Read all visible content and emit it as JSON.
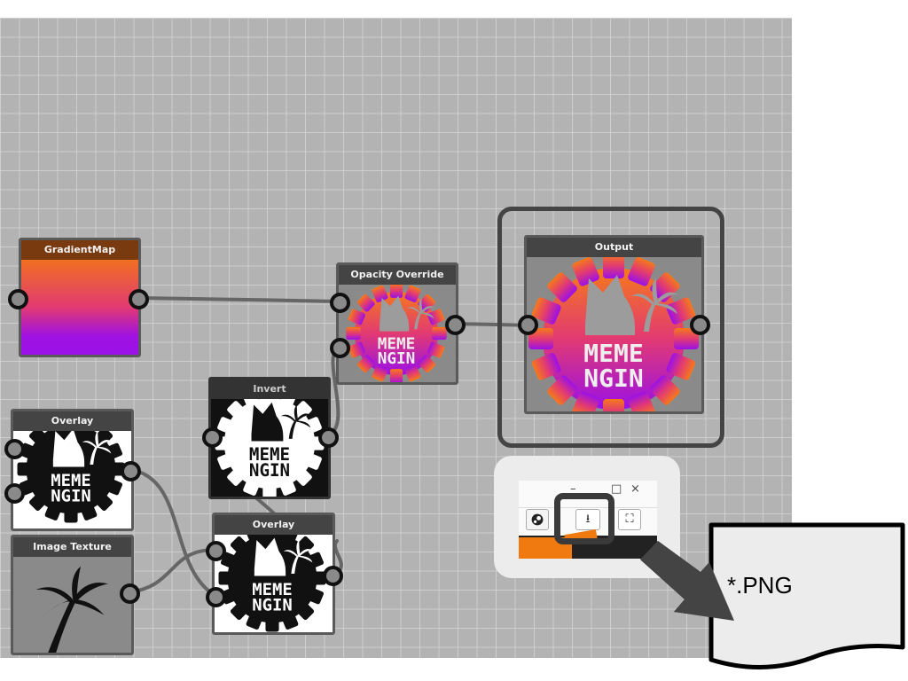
{
  "nodes": {
    "gradient_map": {
      "title": "GradientMap"
    },
    "opacity_override": {
      "title": "Opacity Override",
      "logo_line1": "MEME",
      "logo_line2": "NGIN"
    },
    "output": {
      "title": "Output",
      "logo_line1": "MEME",
      "logo_line2": "NGIN"
    },
    "overlay_1": {
      "title": "Overlay",
      "logo_line1": "MEME",
      "logo_line2": "NGIN"
    },
    "invert": {
      "title": "Invert",
      "logo_line1": "MEME",
      "logo_line2": "NGIN"
    },
    "image_texture": {
      "title": "Image Texture"
    },
    "overlay_2": {
      "title": "Overlay",
      "logo_line1": "MEME",
      "logo_line2": "NGIN"
    }
  },
  "export_popup": {
    "minimize_symbol": "–",
    "maximize_symbol": "□",
    "close_symbol": "×",
    "download_icon": "download-icon",
    "download_symbol": "⭳",
    "steam_icon": "steam-icon",
    "fullscreen_icon": "fullscreen-icon",
    "fullscreen_symbol": "⛶"
  },
  "file_output": {
    "label": "*.PNG"
  },
  "colors": {
    "canvas_bg": "#b3b3b3",
    "gradient_top": "#f07020",
    "gradient_mid": "#e23a72",
    "gradient_bottom": "#9a10e8",
    "node_header_brown": "#7a3a10",
    "node_header_dark": "#444444"
  }
}
